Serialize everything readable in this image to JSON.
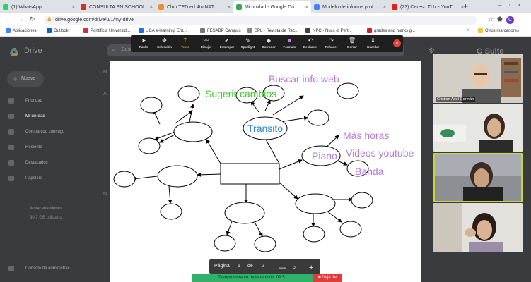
{
  "browser": {
    "tabs": [
      {
        "label": "(1) WhatsApp",
        "color": "#25d366",
        "active": false
      },
      {
        "label": "CONSULTA EN SCHOOL",
        "color": "#d93025",
        "active": false
      },
      {
        "label": "Club TED ed 4to NAT",
        "color": "#f28b30",
        "active": false
      },
      {
        "label": "Mi unidad - Google Dri...",
        "color": "#34a853",
        "active": true
      },
      {
        "label": "Modelo de informe prof",
        "color": "#4285f4",
        "active": false
      },
      {
        "label": "(23) Cereso TUx - YouT",
        "color": "#e62117",
        "active": false
      }
    ],
    "url": "drive.google.com/drive/u/1/my-drive",
    "profile_initial": "C",
    "bookmarks": [
      "Aplicaciones",
      "Outlook",
      "Pontificia Universid...",
      "UCA e-learning: Ent...",
      "FESABP Campus",
      "BPL - Revista de Rec...",
      "NPC - Nucs di Pert...",
      "grades and marks g..."
    ],
    "bookmarks_more": "»",
    "other_bookmarks": "Otros marcadores"
  },
  "drive": {
    "app_title": "Drive",
    "new_label": "Nuevo",
    "search_placeholder": "Buscar en Drive",
    "nav": [
      "Prioridad",
      "Mi unidad",
      "Compartido conmigo",
      "Reciente",
      "Destacados",
      "Papelera"
    ],
    "storage_label": "Almacenamiento",
    "storage_used": "30,7 GB utilizado",
    "bottom_link": "Consola de administrac...",
    "suite": "G Suite",
    "peek_m": "M",
    "peek_a": "A",
    "peek_n": "N"
  },
  "toolbar": {
    "tools": [
      {
        "label": "Ratón",
        "icon": "pointer-icon",
        "glyph": "➤"
      },
      {
        "label": "Selección",
        "icon": "move-icon",
        "glyph": "✥"
      },
      {
        "label": "Texto",
        "icon": "text-icon",
        "glyph": "T"
      },
      {
        "label": "Dibujar",
        "icon": "draw-icon",
        "glyph": "〰"
      },
      {
        "label": "Estampar",
        "icon": "stamp-icon",
        "glyph": "✔"
      },
      {
        "label": "Spotlight",
        "icon": "spotlight-icon",
        "glyph": "✎"
      },
      {
        "label": "Borrador",
        "icon": "eraser-icon",
        "glyph": "◆"
      },
      {
        "label": "Formato",
        "icon": "format-icon",
        "glyph": "■"
      },
      {
        "label": "Deshacer",
        "icon": "undo-icon",
        "glyph": "↶"
      },
      {
        "label": "Rehacer",
        "icon": "redo-icon",
        "glyph": "↷"
      },
      {
        "label": "Borrar",
        "icon": "trash-icon",
        "glyph": "🗑"
      },
      {
        "label": "Guardar",
        "icon": "save-icon",
        "glyph": "⬇"
      }
    ],
    "active_tool": "Texto",
    "close_glyph": "×",
    "format_color": "#c27ce0"
  },
  "board": {
    "labels": {
      "sugerir": "Sugerir cambios",
      "buscar": "Buscar info web",
      "transito": "Tránsito",
      "mas_horas": "Más horas",
      "piano": "Piano",
      "videos": "Videos youtube",
      "banda": "Banda"
    },
    "colors": {
      "green": "#3ec92a",
      "purple": "#b77be0",
      "blue": "#2f86c8"
    }
  },
  "page_control": {
    "label": "Página",
    "current": "1",
    "of": "de",
    "total": "2",
    "zoom_out": "—",
    "zoom_in": "+"
  },
  "meeting": {
    "time_remaining": "Tiempo restante de la reunión: 09:51",
    "leave_label": "Deja de"
  },
  "participants": [
    {
      "name": "Cristian Ariel Germán"
    }
  ]
}
